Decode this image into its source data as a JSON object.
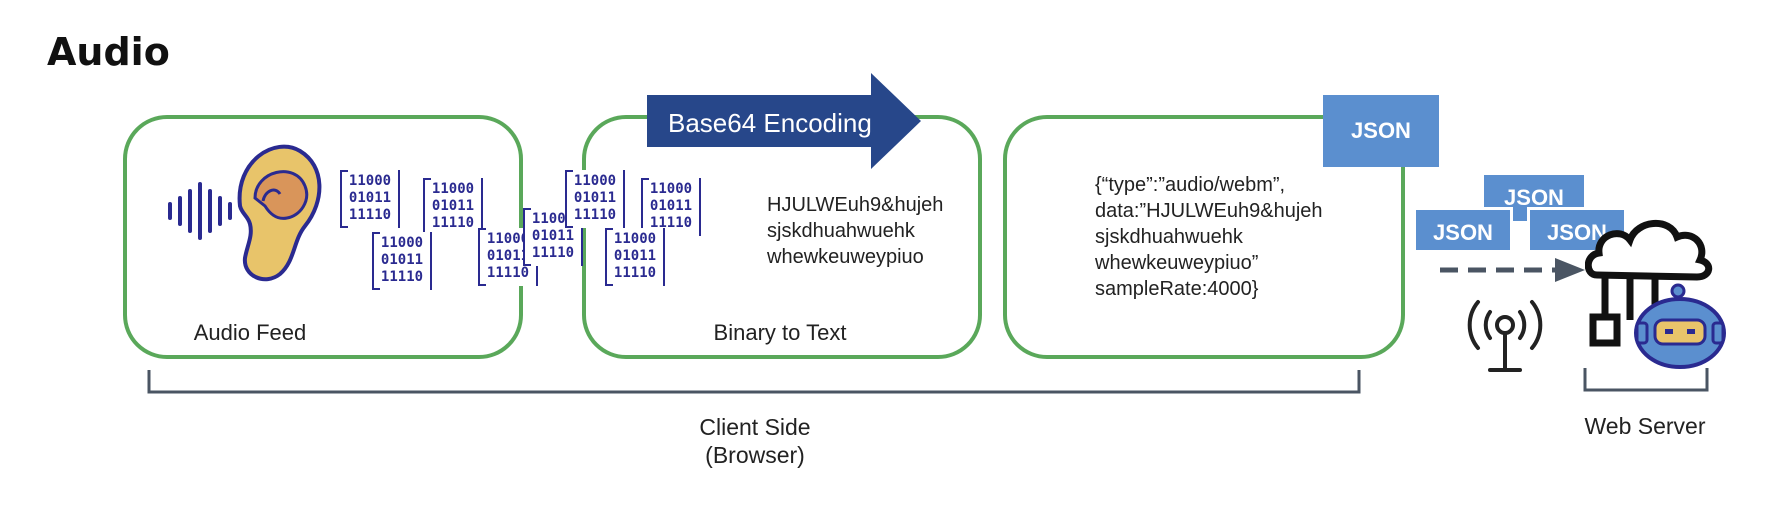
{
  "title": "Audio",
  "panels": {
    "audio_feed": {
      "label": "Audio Feed"
    },
    "binary_to_text": {
      "label": "Binary to Text",
      "encoded_text": "HJULWEuh9&hujeh\nsjskdhuahwuehk\nwhewkeuweypiuo"
    },
    "json_panel": {
      "tag": "JSON",
      "payload": "{“type”:”audio/webm”,\ndata:”HJULWEuh9&hujeh\nsjskdhuahwuehk\nwhewkeuweypiuo”\nsampleRate:4000}"
    }
  },
  "arrow_banner": {
    "label": "Base64 Encoding"
  },
  "binary_blocks": [
    "11000\n01011\n11110"
  ],
  "json_packets": [
    "JSON",
    "JSON",
    "JSON"
  ],
  "captions": {
    "client_side": "Client Side\n(Browser)",
    "web_server": "Web Server"
  },
  "colors": {
    "panel_border": "#5aa85a",
    "arrow_fill": "#27478a",
    "json_fill": "#5b8fcf",
    "binary_ink": "#2a2a90",
    "ear_fill": "#e8c46a",
    "ear_inner": "#d9955a",
    "robot_fill": "#5b8fcf",
    "bracket": "#4a5563"
  },
  "icons": [
    "ear-icon",
    "sound-wave-icon",
    "antenna-icon",
    "cloud-icon",
    "robot-icon",
    "dashed-arrow-icon"
  ]
}
